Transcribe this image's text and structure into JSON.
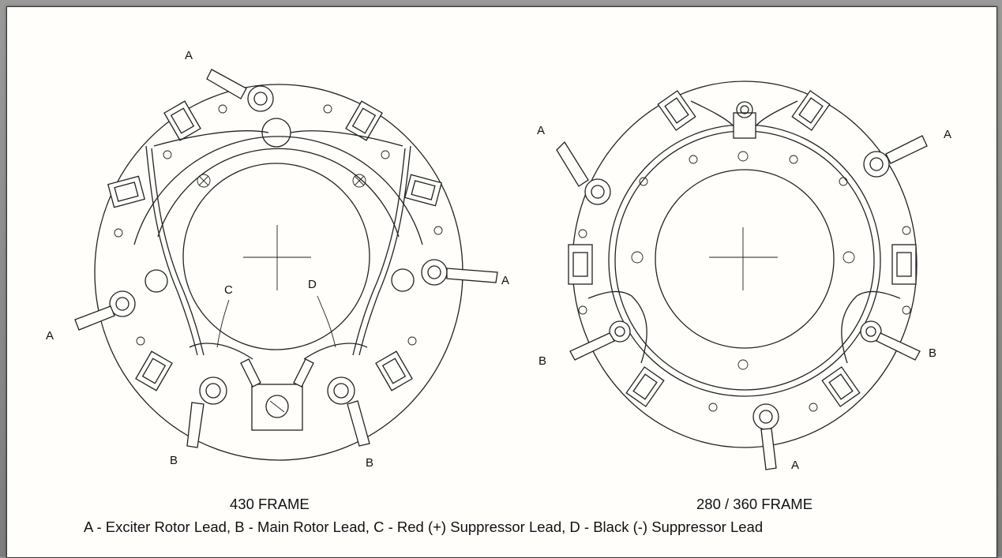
{
  "diagrams": [
    {
      "frame_title": "430 FRAME",
      "labels": {
        "A": "A",
        "B": "B",
        "C": "C",
        "D": "D"
      }
    },
    {
      "frame_title": "280 / 360 FRAME",
      "labels": {
        "A": "A",
        "B": "B"
      }
    }
  ],
  "legend": "A - Exciter Rotor Lead, B - Main Rotor Lead, C - Red (+) Suppressor Lead, D - Black (-) Suppressor Lead"
}
